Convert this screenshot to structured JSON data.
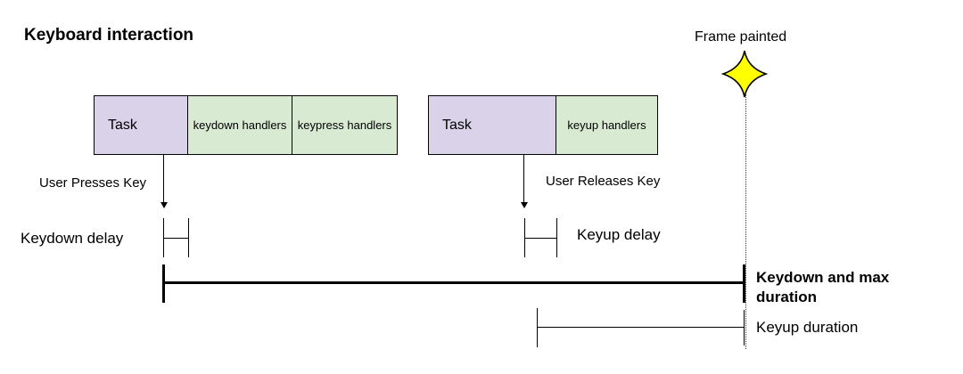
{
  "title": "Keyboard interaction",
  "frame_marker": {
    "label": "Frame painted",
    "icon": "sparkle-star-icon"
  },
  "keydown_track": {
    "task_label": "Task",
    "handlers": [
      "keydown handlers",
      "keypress handlers"
    ],
    "event_label": "User Presses Key",
    "delay_label": "Keydown delay"
  },
  "keyup_track": {
    "task_label": "Task",
    "handlers": [
      "keyup handlers"
    ],
    "event_label": "User Releases Key",
    "delay_label": "Keyup delay"
  },
  "durations": {
    "keydown_max_label": "Keydown and max duration",
    "keyup_label": "Keyup duration"
  },
  "colors": {
    "task_fill": "#d9d2e9",
    "handlers_fill": "#d9ead3",
    "outline": "#000000",
    "star_fill": "#ffff00",
    "star_outline": "#000000",
    "background": "#ffffff"
  }
}
